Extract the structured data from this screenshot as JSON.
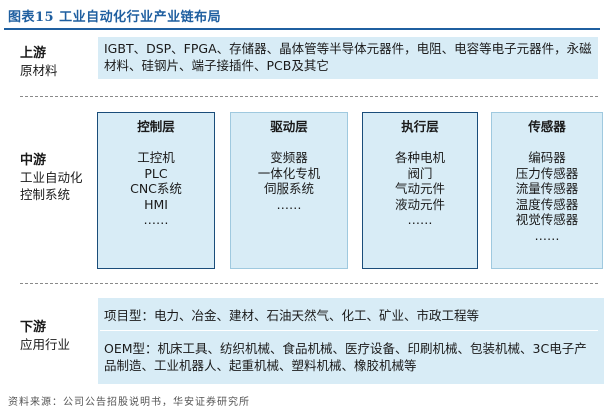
{
  "title": "图表15 工业自动化行业产业链布局",
  "upstream": {
    "head": "上游",
    "sub": "原材料",
    "items_text": "IGBT、DSP、FPGA、存储器、晶体管等半导体元器件，电阻、电容等电子元器件，永磁材料、硅钢片、端子接插件、PCB及其它"
  },
  "midstream": {
    "head": "中游",
    "sub_line1": "工业自动化",
    "sub_line2": "控制系统",
    "layers": [
      {
        "title": "控制层",
        "items": [
          "工控机",
          "PLC",
          "CNC系统",
          "HMI",
          "……"
        ]
      },
      {
        "title": "驱动层",
        "items": [
          "变频器",
          "一体化专机",
          "伺服系统",
          "……"
        ]
      },
      {
        "title": "执行层",
        "items": [
          "各种电机",
          "阀门",
          "气动元件",
          "液动元件",
          "……"
        ]
      },
      {
        "title": "传感器",
        "items": [
          "编码器",
          "压力传感器",
          "流量传感器",
          "温度传感器",
          "视觉传感器",
          "……"
        ]
      }
    ]
  },
  "downstream": {
    "head": "下游",
    "sub": "应用行业",
    "project_text": "项目型：电力、冶金、建材、石油天然气、化工、矿业、市政工程等",
    "oem_text": "OEM型：机床工具、纺织机械、食品机械、医疗设备、印刷机械、包装机械、3C电子产品制造、工业机器人、起重机械、塑料机械、橡胶机械等"
  },
  "source": "资料来源：公司公告招股说明书，华安证券研究所"
}
